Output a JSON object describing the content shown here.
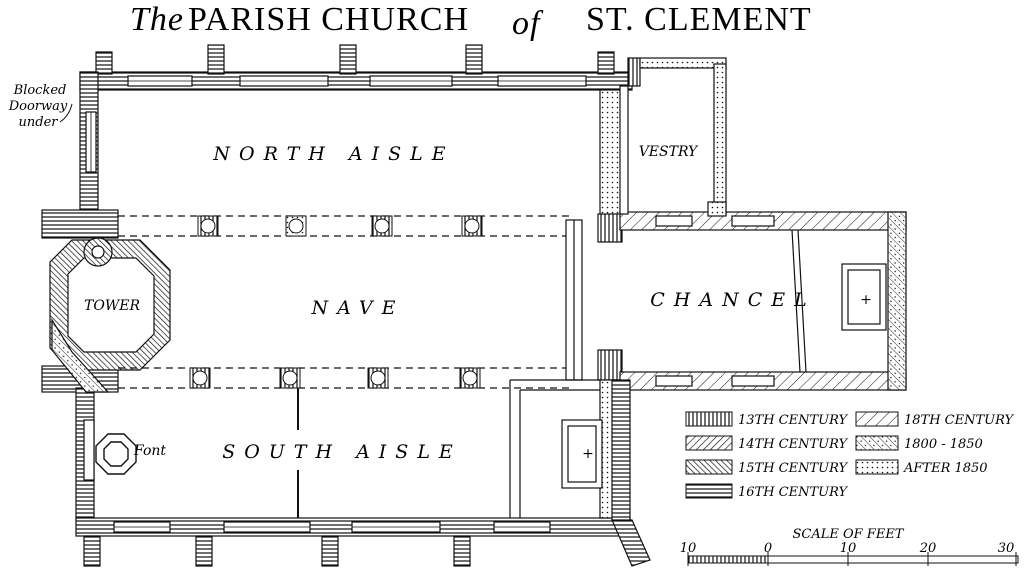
{
  "title": {
    "prefix": "The",
    "main": "PARISH CHURCH",
    "of": "of",
    "name": "ST. CLEMENT"
  },
  "rooms": {
    "north_aisle": "NORTH AISLE",
    "nave": "NAVE",
    "south_aisle": "SOUTH AISLE",
    "chancel": "CHANCEL",
    "vestry": "VESTRY",
    "tower": "TOWER"
  },
  "annotations": {
    "blocked_line1": "Blocked",
    "blocked_line2": "Doorway",
    "blocked_line3": "under",
    "font": "Font",
    "altar_cross": "+"
  },
  "legend": [
    {
      "label": "13TH CENTURY",
      "pattern": "vertical"
    },
    {
      "label": "14TH CENTURY",
      "pattern": "diag-fine"
    },
    {
      "label": "15TH CENTURY",
      "pattern": "diag-back"
    },
    {
      "label": "16TH CENTURY",
      "pattern": "horizontal"
    },
    {
      "label": "18TH CENTURY",
      "pattern": "diag-wide"
    },
    {
      "label": "1800 - 1850",
      "pattern": "crosshatch"
    },
    {
      "label": "AFTER 1850",
      "pattern": "dots"
    }
  ],
  "scale": {
    "title": "SCALE OF FEET",
    "ticks": [
      "10",
      "0",
      "10",
      "20",
      "30"
    ]
  }
}
